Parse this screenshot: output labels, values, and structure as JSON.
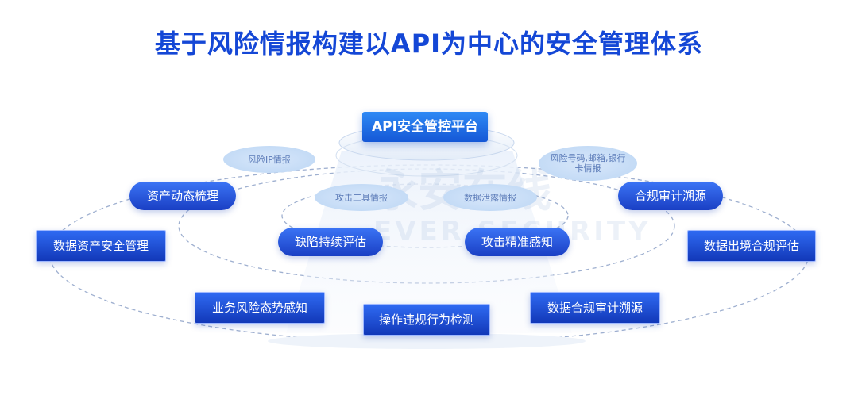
{
  "title": "基于风险情报构建以API为中心的安全管理体系",
  "platform": "API安全管控平台",
  "intel_bubbles": [
    "风险IP情报",
    "攻击工具情报",
    "数据泄露情报",
    "风险号码,邮箱,银行卡情报"
  ],
  "inner_nodes": [
    "缺陷持续评估",
    "攻击精准感知"
  ],
  "middle_nodes": [
    "资产动态梳理",
    "合规审计溯源"
  ],
  "outer_nodes": [
    "数据资产安全管理",
    "数据出境合规评估",
    "业务风险态势感知",
    "操作违规行为检测",
    "数据合规审计溯源"
  ],
  "watermark": [
    "永安在线",
    "EVER SECURITY"
  ],
  "colors": {
    "title": "#1447d6",
    "node": "#1a3fc4",
    "platform": "#1e6fe8",
    "bubble": "#c8ddf6",
    "dash": "#9fb0d0"
  }
}
